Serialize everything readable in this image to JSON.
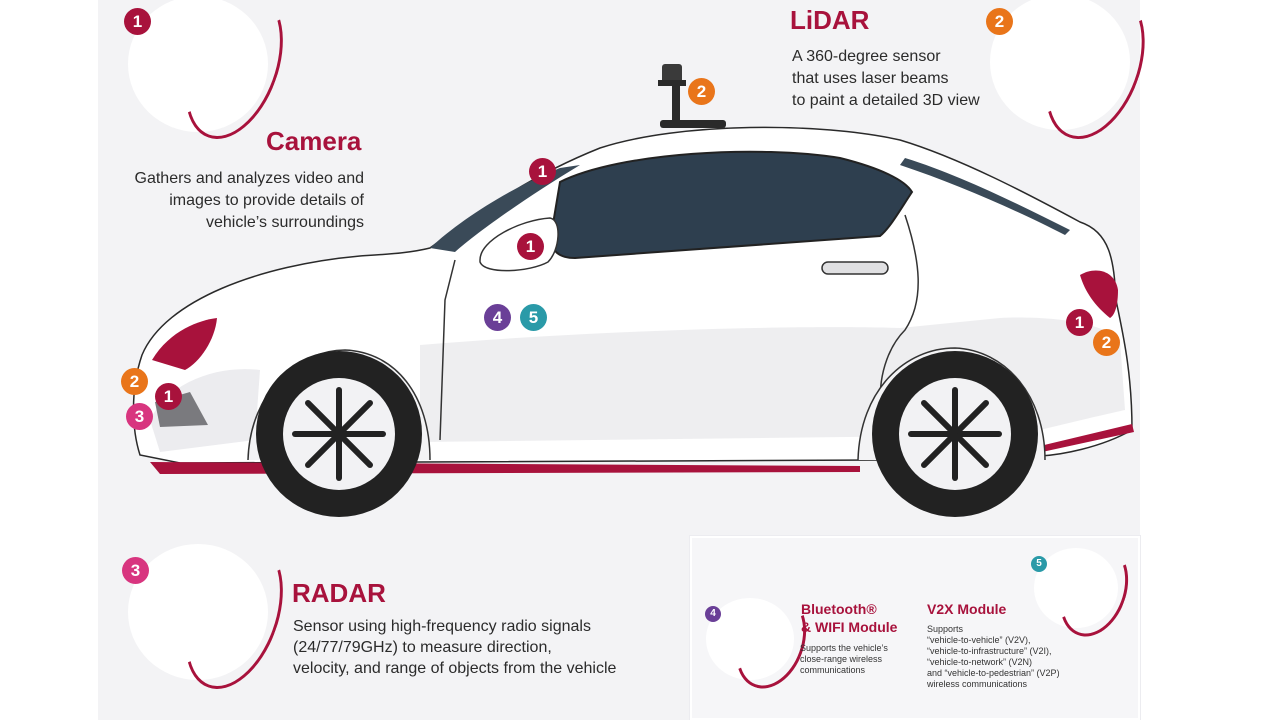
{
  "camera": {
    "number": "1",
    "title": "Camera",
    "description_lines": [
      "Gathers and analyzes video and",
      "images to provide details of",
      "vehicle’s surroundings"
    ]
  },
  "lidar": {
    "number": "2",
    "title": "LiDAR",
    "description_lines": [
      "A 360-degree sensor",
      "that uses laser beams",
      "to paint a detailed 3D view"
    ]
  },
  "radar": {
    "number": "3",
    "title": "RADAR",
    "description_lines": [
      "Sensor using high-frequency radio signals",
      "(24/77/79GHz) to measure direction,",
      "velocity, and range of objects from the vehicle"
    ]
  },
  "bluetooth": {
    "number": "4",
    "title_lines": [
      "Bluetooth®",
      "& WIFI Module"
    ],
    "description_lines": [
      "Supports the vehicle’s",
      "close-range wireless",
      "communications"
    ]
  },
  "v2x": {
    "number": "5",
    "title": "V2X Module",
    "description_lines": [
      "Supports",
      "“vehicle-to-vehicle” (V2V),",
      "“vehicle-to-infrastructure” (V2I),",
      "“vehicle-to-network” (V2N)",
      "and “vehicle-to-pedestrian” (V2P)",
      "wireless communications"
    ]
  },
  "car_markers": {
    "roof_lidar": "2",
    "windshield_camera": "1",
    "mirror_camera": "1",
    "door_bluetooth": "4",
    "door_v2x": "5",
    "rear_camera": "1",
    "rear_lidar": "2",
    "front_lidar": "2",
    "front_camera": "1",
    "front_radar": "3"
  },
  "colors": {
    "accent": "#a8123c",
    "lidar": "#e9751a",
    "radar": "#d8357f",
    "bluetooth": "#6a3f97",
    "v2x": "#2a9aa8"
  }
}
